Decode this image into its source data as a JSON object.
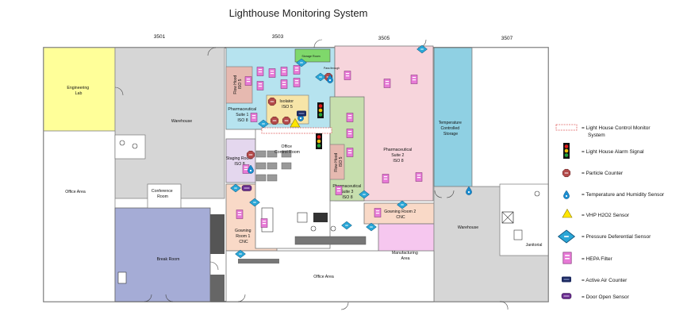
{
  "title": "Lighthouse Monitoring System",
  "units": [
    "3501",
    "3503",
    "3505",
    "3507"
  ],
  "rooms": {
    "engineering_lab": [
      "Engineering",
      "Lab"
    ],
    "warehouse_left": "Warehouse",
    "office_area_left": "Office Area",
    "conference_room": [
      "Conference",
      "Room"
    ],
    "break_room": "Break Room",
    "storage_room": "Storage Room",
    "flow_hood_1": [
      "Flow Hood",
      "ISO 5"
    ],
    "pharma_suite_1": [
      "Pharmaceutical",
      "Suite 1",
      "ISO 8"
    ],
    "isolator": [
      "Isolator",
      "ISO 5"
    ],
    "office_control_room": [
      "Office",
      "Control Room"
    ],
    "staging_room": [
      "Staging Room",
      "ISO 8"
    ],
    "gowning_room_1": [
      "Gowning",
      "Room 1",
      "CNC"
    ],
    "office_area_bottom": "Office Area",
    "pass_through": "Pass through",
    "flow_hood_2": [
      "Flow Hood",
      "ISO 5"
    ],
    "pharma_suite_3": [
      "Pharmaceutical",
      "Suite 3",
      "ISO 8"
    ],
    "pharma_suite_2": [
      "Pharmaceutical",
      "Suite 2",
      "ISO 8"
    ],
    "gowning_room_2": [
      "Gowning Room 2",
      "CNC"
    ],
    "manufacturing_area": [
      "Manufacturing",
      "Area"
    ],
    "temp_storage": [
      "Temperature",
      "Controlled",
      "Storage"
    ],
    "warehouse_right": "Warehouse",
    "janitorial": "Janitorial"
  },
  "legend": [
    {
      "icon": "control-monitor-icon",
      "label": [
        "= Light House Control Monitor",
        "System"
      ]
    },
    {
      "icon": "alarm-signal-icon",
      "label": [
        "= Light House Alarm Signal"
      ]
    },
    {
      "icon": "particle-counter-icon",
      "label": [
        "= Particle Counter"
      ]
    },
    {
      "icon": "temp-humidity-sensor-icon",
      "label": [
        "= Temperature and Humidity Sensor"
      ]
    },
    {
      "icon": "vhp-h2o2-sensor-icon",
      "label": [
        "= VHP H2O2 Sensor"
      ]
    },
    {
      "icon": "pressure-sensor-icon",
      "label": [
        "= Pressure Deferential Sensor"
      ]
    },
    {
      "icon": "hepa-filter-icon",
      "label": [
        "= HEPA Filter"
      ]
    },
    {
      "icon": "active-air-counter-icon",
      "label": [
        "= Active Air Counter"
      ]
    },
    {
      "icon": "door-open-sensor-icon",
      "label": [
        "= Door Open Sensor"
      ]
    }
  ],
  "colors": {
    "engineering": "#ffff99",
    "gray_room": "#d6d6d6",
    "break_room": "#a5acd6",
    "cyan_suite": "#b6e3ef",
    "pink_suite": "#f7d5dc",
    "green_suite": "#c7dfae",
    "lavender": "#e4d7ee",
    "peach": "#f9d9c7",
    "manufacturing": "#f6c7ef",
    "temp_storage": "#8fd0e3",
    "hepa": "#e77ad6",
    "pressure": "#2aa6d6",
    "particle": "#b34a4a",
    "vhp": "#ffe600",
    "control_monitor": "#e06060"
  }
}
